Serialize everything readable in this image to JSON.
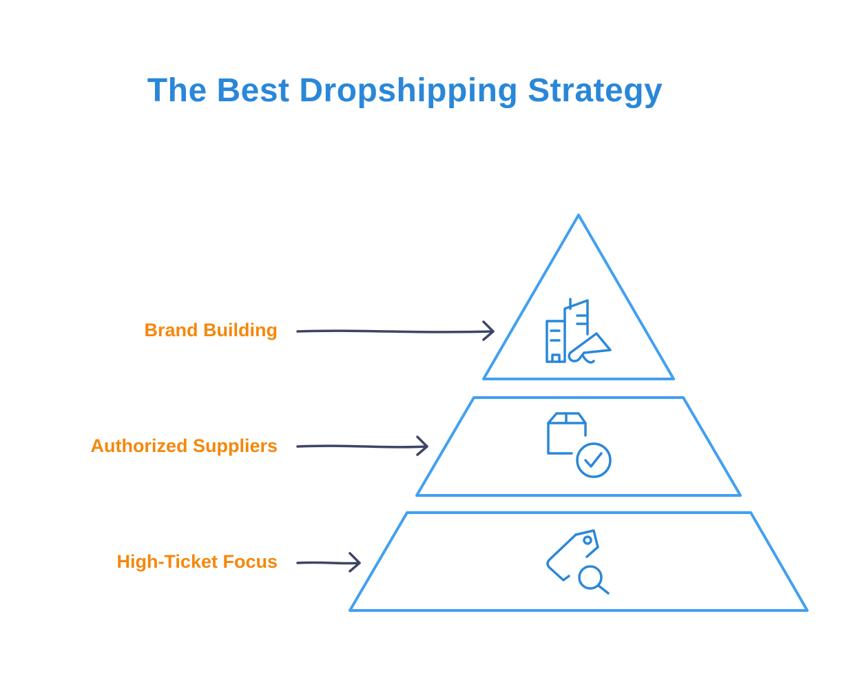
{
  "title": "The Best Dropshipping Strategy",
  "levels": [
    {
      "label": "Brand Building",
      "icon": "buildings-megaphone-icon"
    },
    {
      "label": "Authorized Suppliers",
      "icon": "box-check-icon"
    },
    {
      "label": "High-Ticket Focus",
      "icon": "tag-search-icon"
    }
  ],
  "colors": {
    "title": "#2a87d8",
    "labels": "#f5870a",
    "pyramid": "#42a0f0",
    "icons": "#2a87d8",
    "arrows": "#3d4466"
  }
}
